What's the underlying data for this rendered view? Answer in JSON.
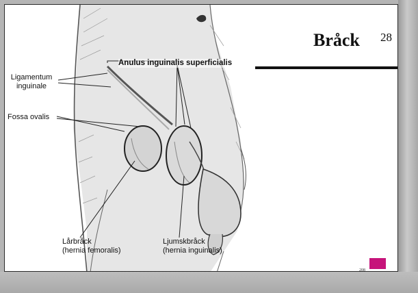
{
  "slide": {
    "title": "Bråck",
    "slide_number": "28",
    "page_number": "208",
    "accent_color": "#c6147a"
  },
  "figure": {
    "labels": {
      "anulus": "Anulus inguinalis superficialis",
      "ligamentum_line1": "Ligamentum",
      "ligamentum_line2": "inguinale",
      "fossa": "Fossa ovalis",
      "larbrack_line1": "Lårbråck",
      "larbrack_line2": "(hernia femoralis)",
      "ljumskbrack_line1": "Ljumskbråck",
      "ljumskbrack_line2": "(hernia inguinalis)"
    }
  }
}
